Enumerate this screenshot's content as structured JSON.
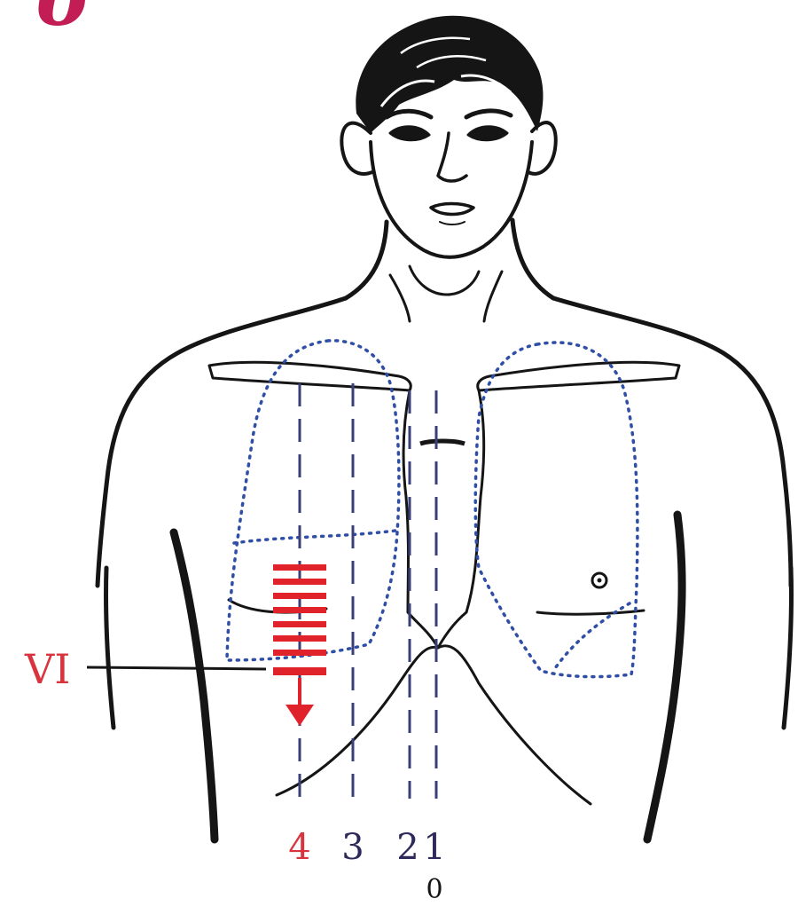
{
  "panel_letter": "б",
  "intercostal_label": "VI",
  "line_labels": [
    {
      "id": "line-4",
      "text": "4",
      "color": "#d9343d"
    },
    {
      "id": "line-3",
      "text": "3",
      "color": "#2d2a5a"
    },
    {
      "id": "line-2",
      "text": "2",
      "color": "#2d2a5a"
    },
    {
      "id": "line-1",
      "text": "1",
      "color": "#2d2a5a"
    }
  ],
  "midline_label": "0",
  "colors": {
    "ink": "#151515",
    "lung_outline": "#2f4fa6",
    "reference_line": "#3a3f78",
    "percussion_marks": "#e0222b",
    "label_red": "#d9343d",
    "label_dark": "#2d2a5a",
    "panel_letter": "#c21e55"
  }
}
